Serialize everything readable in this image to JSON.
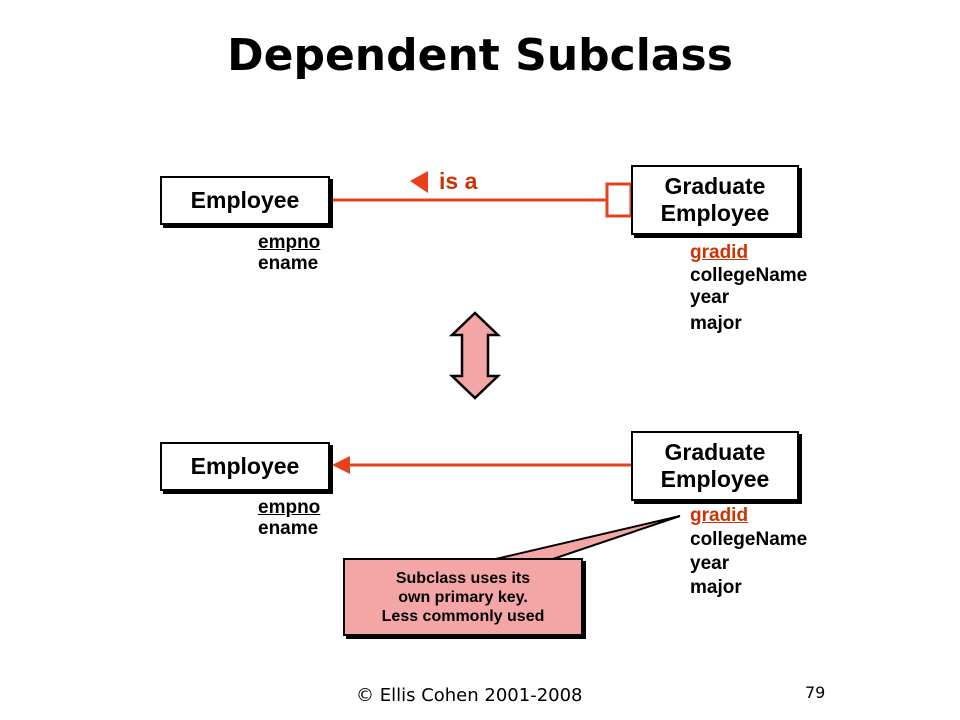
{
  "title": "Dependent Subclass",
  "top_diagram": {
    "employee_label": "Employee",
    "employee_attrs": [
      "empno",
      "ename"
    ],
    "grad_label_line1": "Graduate",
    "grad_label_line2": "Employee",
    "grad_attrs": [
      "gradid",
      "collegeName",
      "year",
      "major"
    ],
    "relationship_label": "is a"
  },
  "bottom_diagram": {
    "employee_label": "Employee",
    "employee_attrs": [
      "empno",
      "ename"
    ],
    "grad_label_line1": "Graduate",
    "grad_label_line2": "Employee",
    "grad_attrs": [
      "gradid",
      "collegeName",
      "year",
      "major"
    ]
  },
  "callout": {
    "line1": "Subclass uses its",
    "line2": "own primary key.",
    "line3": "Less commonly used"
  },
  "footer": {
    "copyright": "© Ellis Cohen 2001-2008",
    "page_number": "79"
  },
  "colors": {
    "relationship_line": "#e8401c",
    "key_text": "#cc3300",
    "equivalence_arrow_fill": "#f4a6a6",
    "callout_fill": "#f4a6a6"
  }
}
